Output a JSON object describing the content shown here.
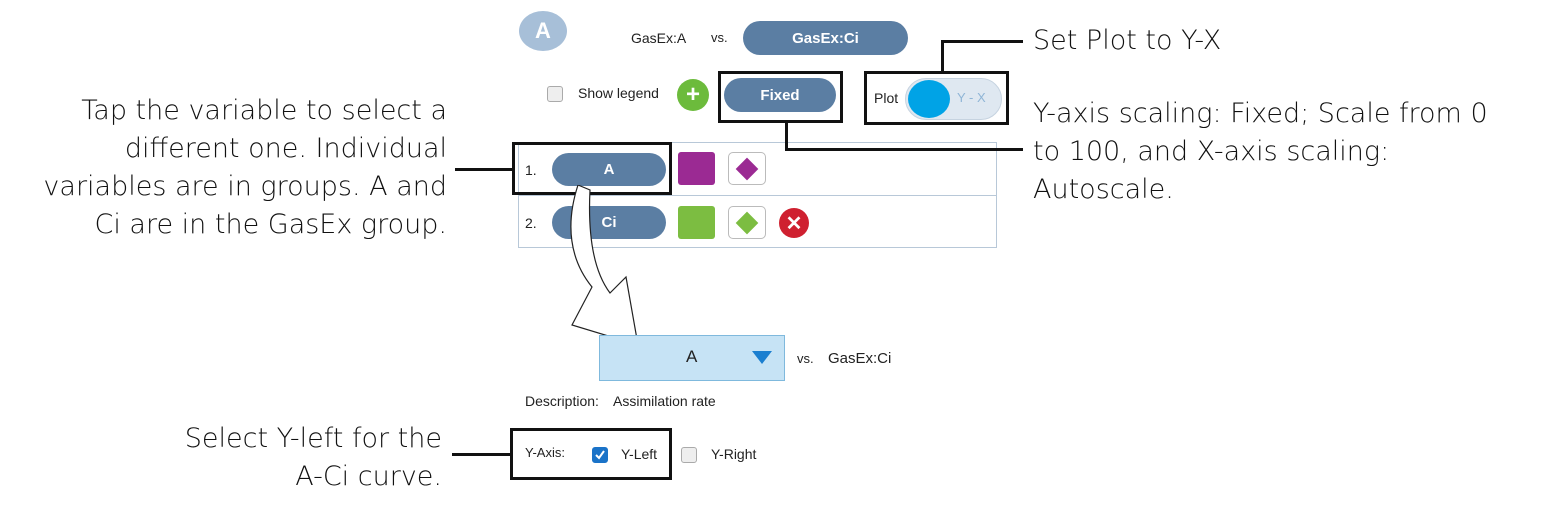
{
  "header": {
    "avatar_letter": "A",
    "y_var": "GasEx:A",
    "vs": "vs.",
    "x_var_button": "GasEx:Ci"
  },
  "controls": {
    "show_legend_label": "Show legend",
    "add_symbol": "+",
    "scaling_button": "Fixed",
    "plot_label": "Plot",
    "plot_toggle_text": "Y - X"
  },
  "variables": [
    {
      "index": "1.",
      "name": "A",
      "color": "#9b2a93",
      "marker_color": "#9b2a93"
    },
    {
      "index": "2.",
      "name": "Ci",
      "color": "#7cbd41",
      "marker_color": "#7cbd41"
    }
  ],
  "delete_symbol": "✕",
  "detail": {
    "dropdown_value": "A",
    "vs": "vs.",
    "x_var": "GasEx:Ci",
    "description_label": "Description:",
    "description_value": "Assimilation rate",
    "y_axis_label": "Y-Axis:",
    "y_left_label": "Y-Left",
    "y_right_label": "Y-Right",
    "y_left_checked": true,
    "y_right_checked": false
  },
  "callouts": {
    "set_plot": "Set Plot to Y-X",
    "scaling": [
      "Y-axis scaling: Fixed; Scale from 0",
      "to 100, and X-axis scaling:",
      "Autoscale."
    ],
    "tap_variable": [
      "Tap the variable to select a",
      "different one. Individual",
      "variables are in groups. A and",
      "Ci are in the GasEx group."
    ],
    "select_y_left": [
      "Select Y-left for the",
      "A-Ci curve."
    ]
  }
}
